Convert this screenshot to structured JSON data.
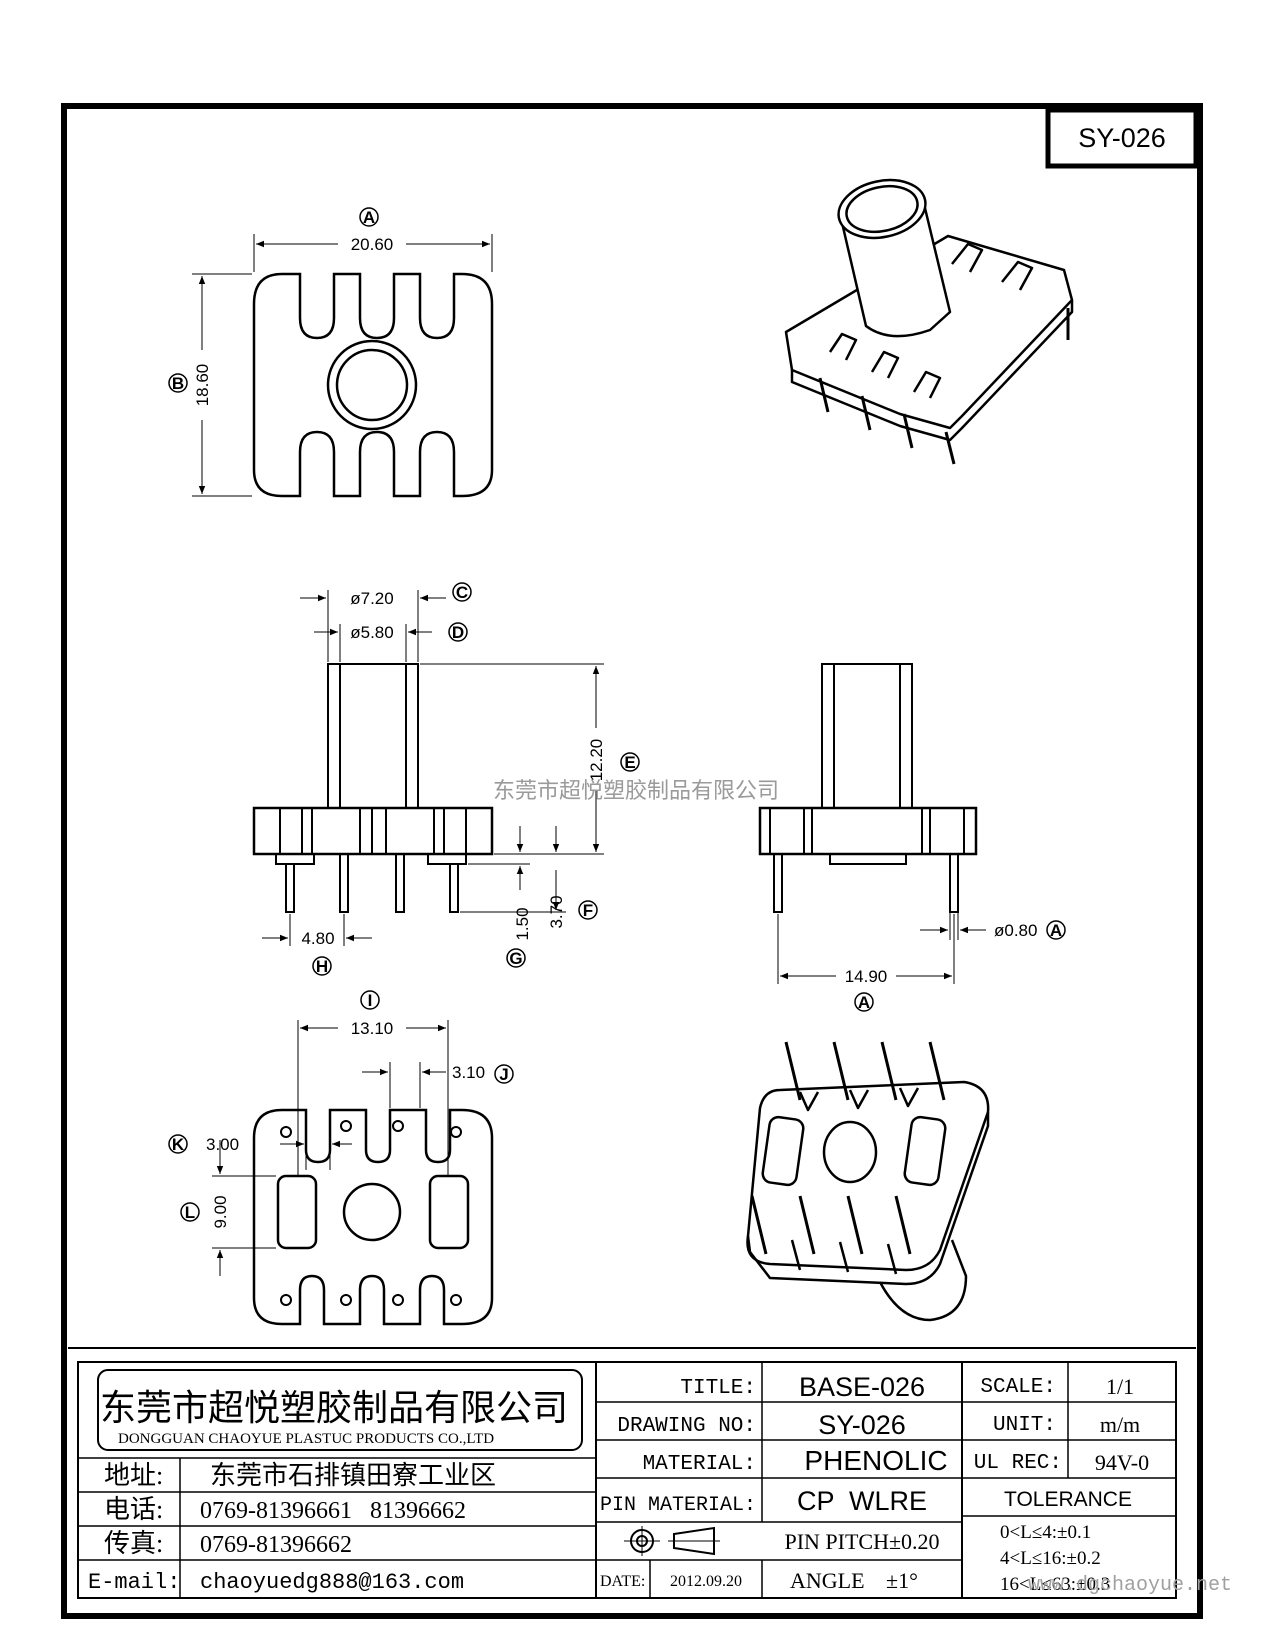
{
  "drawing_number_box": "SY-026",
  "watermark": "东莞市超悦塑胶制品有限公司",
  "watermark_url": "www.dgchaoyue.net",
  "dimensions": {
    "A_width": "20.60",
    "B_height": "18.60",
    "C_outer_dia": "ø7.20",
    "D_inner_dia": "ø5.80",
    "E_height": "12.20",
    "F_pin_length": "3.70",
    "G_standoff": "1.50",
    "H_pin_spacing": "4.80",
    "A_pin_row": "14.90",
    "A_pin_dia": "ø0.80",
    "I_width": "13.10",
    "J_slot": "3.10",
    "K_slot": "3.00",
    "L_height": "9.00"
  },
  "markers": {
    "A": "A",
    "B": "B",
    "C": "C",
    "D": "D",
    "E": "E",
    "F": "F",
    "G": "G",
    "H": "H",
    "I": "I",
    "J": "J",
    "K": "K",
    "L": "L"
  },
  "title_block": {
    "company_cn": "东莞市超悦塑胶制品有限公司",
    "company_en": "DONGGUAN CHAOYUE PLASTUC PRODUCTS CO.,LTD",
    "address_label": "地址:",
    "address_value": "东莞市石排镇田寮工业区",
    "phone_label": "电话:",
    "phone_value": "0769-81396661   81396662",
    "fax_label": "传真:",
    "fax_value": "0769-81396662",
    "email_label": "E-mail:",
    "email_value": "chaoyuedg888@163.com",
    "title_label": "TITLE:",
    "title_value": "BASE-026",
    "drawing_no_label": "DRAWING NO:",
    "drawing_no_value": "SY-026",
    "material_label": "MATERIAL:",
    "material_value": "PHENOLIC",
    "pin_material_label": "PIN MATERIAL:",
    "pin_material_value": "CP  WLRE",
    "pin_pitch": "PIN PITCH±0.20",
    "date_label": "DATE:",
    "date_value": "2012.09.20",
    "angle_label": "ANGLE",
    "angle_value": "±1°",
    "scale_label": "SCALE:",
    "scale_value": "1/1",
    "unit_label": "UNIT:",
    "unit_value": "m/m",
    "ul_label": "UL REC:",
    "ul_value": "94V-0",
    "tolerance_label": "TOLERANCE",
    "tolerance_1": "0<L≤4:±0.1",
    "tolerance_2": "4<L≤16:±0.2",
    "tolerance_3": "16<L≤63:±0.3"
  }
}
